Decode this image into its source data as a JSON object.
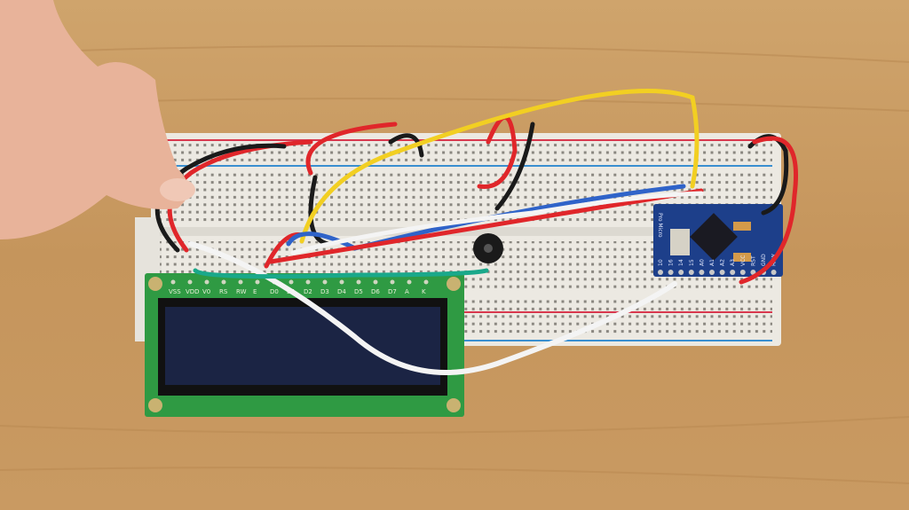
{
  "scene": {
    "lcd": {
      "pin_labels": [
        "VSS",
        "VDD",
        "V0",
        "RS",
        "RW",
        "E",
        "D0",
        "D1",
        "D2",
        "D3",
        "D4",
        "D5",
        "D6",
        "D7",
        "A",
        "K"
      ],
      "screen_color": "#1b2444",
      "pcb_color": "#2f9a43"
    },
    "microcontroller": {
      "label": "Pro Micro",
      "bottom_pins": [
        "10",
        "16",
        "14",
        "15",
        "A0",
        "A1",
        "A2",
        "A3",
        "VCC",
        "RST",
        "GND",
        "RAW"
      ],
      "pcb_color": "#1d3f8a"
    },
    "colors": {
      "wood": "#c99a62",
      "breadboard": "#ece9e2",
      "rail_red": "#d8384e",
      "rail_blue": "#3a8fd0",
      "wire_red": "#e0262a",
      "wire_black": "#1a1a1a",
      "wire_yellow": "#f2cf22",
      "wire_blue": "#2f63c9",
      "wire_white": "#f4f4f4",
      "wire_green": "#1aa88a"
    }
  }
}
